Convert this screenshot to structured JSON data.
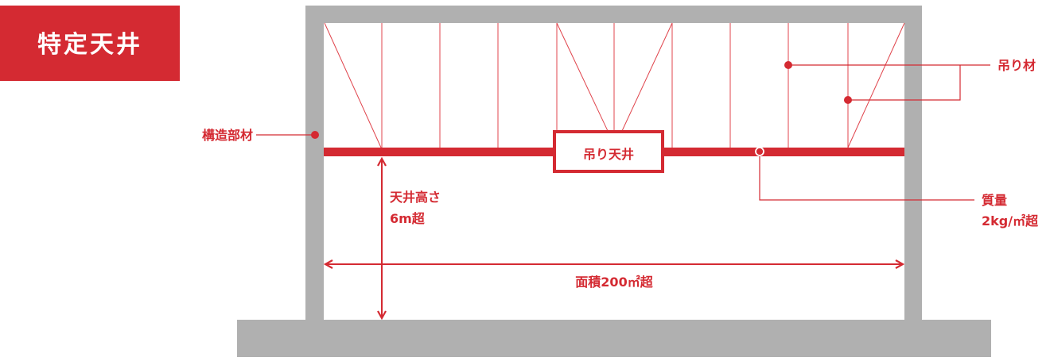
{
  "badge": {
    "label": "特定天井"
  },
  "labels": {
    "structural_member": "構造部材",
    "hanger": "吊り材",
    "suspended_ceiling": "吊り天井",
    "ceiling_height_title": "天井高さ",
    "ceiling_height_value": "6m超",
    "mass_title": "質量",
    "mass_value": "2kg/㎡超",
    "area": "面積200㎡超"
  },
  "colors": {
    "accent": "#d42a32",
    "structure": "#b0b0b0"
  }
}
